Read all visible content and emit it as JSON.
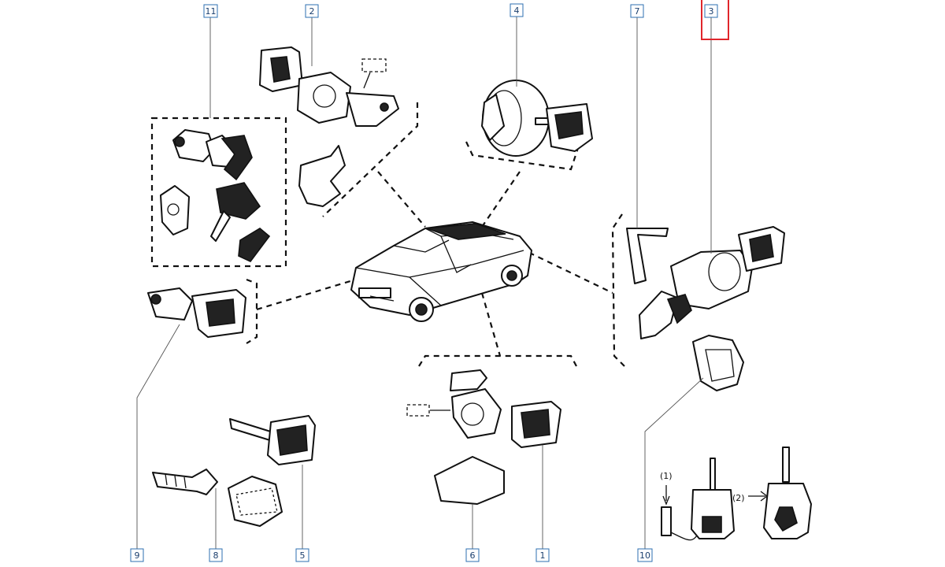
{
  "callouts": [
    "11",
    "2",
    "4",
    "7",
    "3",
    "9",
    "8",
    "5",
    "6",
    "1",
    "10"
  ],
  "highlighted_callout": "3",
  "highlight_color": "#e0262b",
  "callout_color": "#2d6fb0",
  "inset_labels": {
    "label_1": "(1)",
    "label_2": "(2)"
  }
}
